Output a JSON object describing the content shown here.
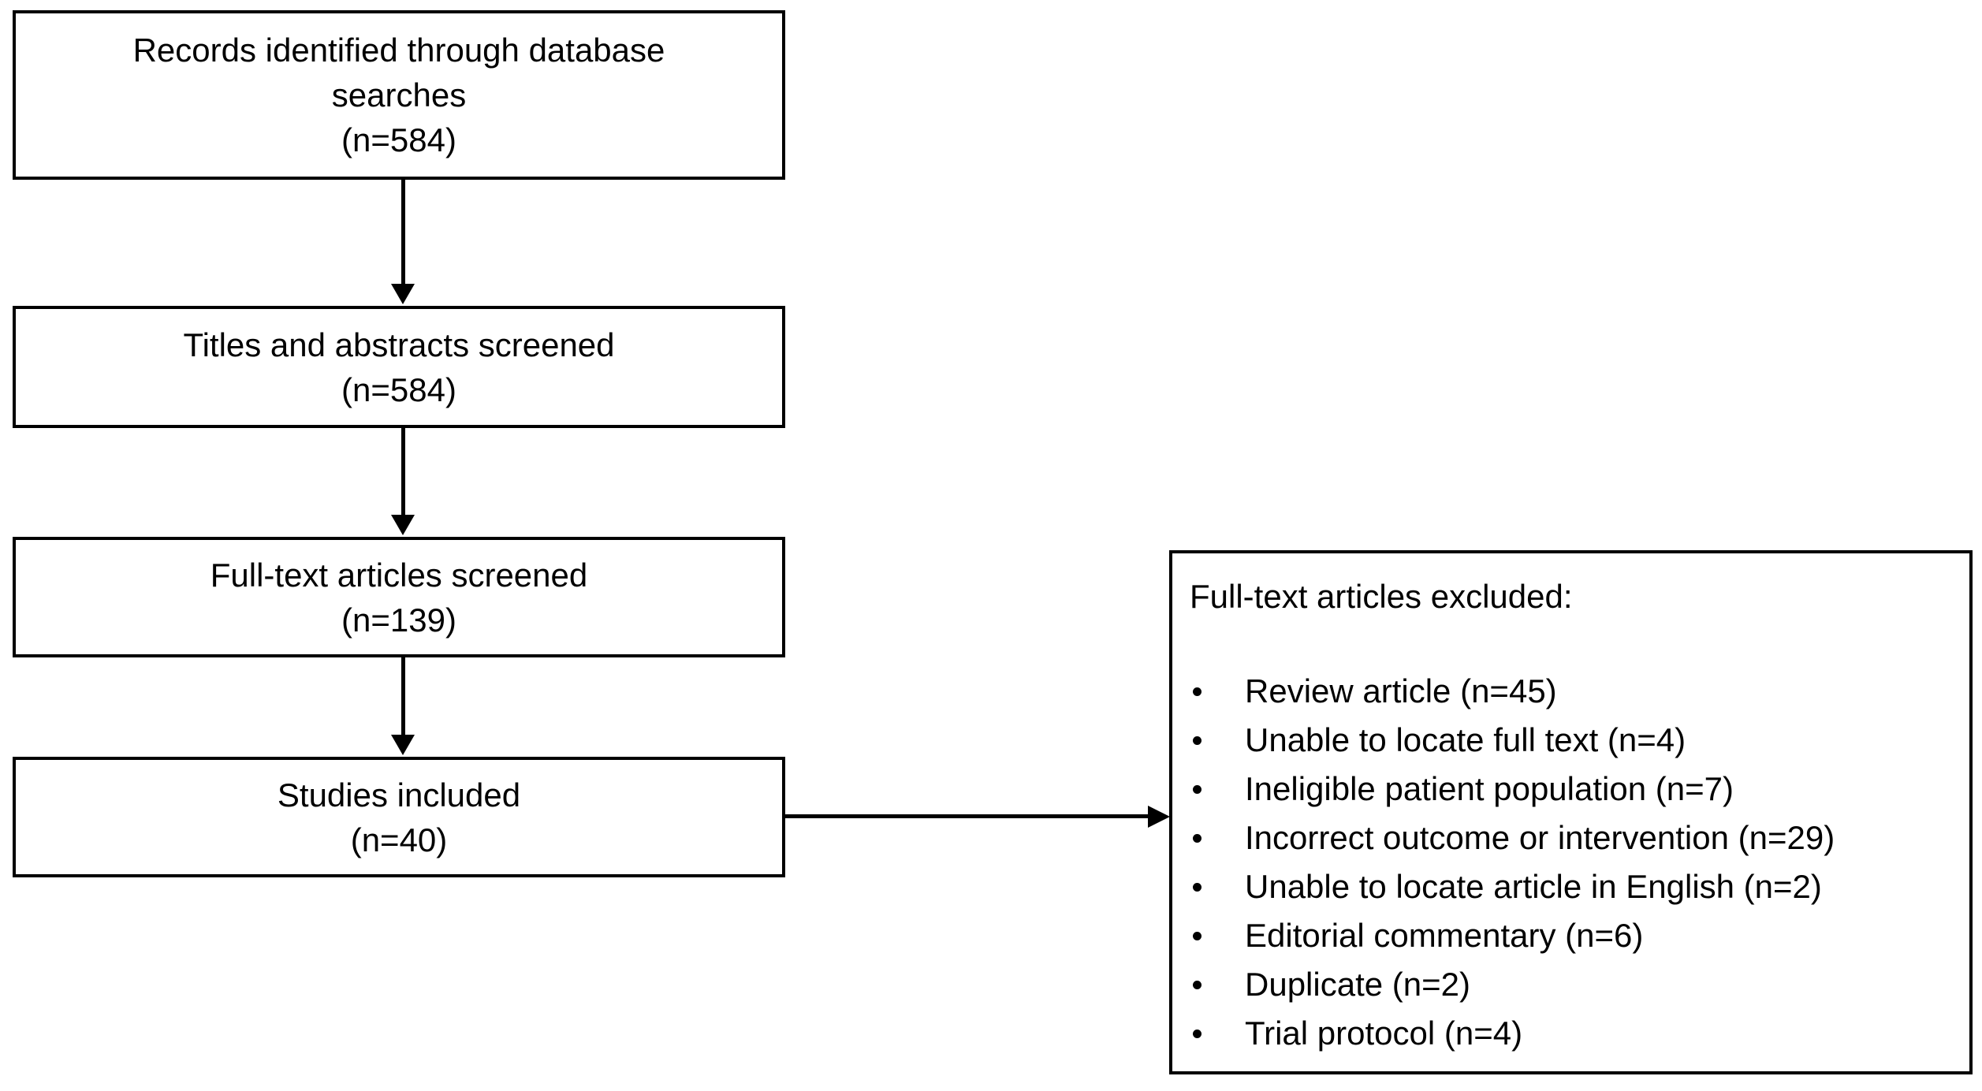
{
  "diagram": {
    "type": "prisma-flow-diagram",
    "colors": {
      "stroke": "#000000",
      "background": "#ffffff",
      "text": "#000000"
    },
    "boxes": [
      {
        "id": "records",
        "lines": [
          "Records identified through database",
          "searches",
          "(n=584)"
        ]
      },
      {
        "id": "titles",
        "lines": [
          "Titles and abstracts screened",
          "(n=584)"
        ]
      },
      {
        "id": "fulltext",
        "lines": [
          "Full-text articles screened",
          "(n=139)"
        ]
      },
      {
        "id": "included",
        "lines": [
          "Studies included",
          "(n=40)"
        ]
      }
    ],
    "excluded": {
      "title": "Full-text articles excluded:",
      "items": [
        "Review article (n=45)",
        "Unable to locate full text (n=4)",
        "Ineligible patient population (n=7)",
        "Incorrect outcome or intervention (n=29)",
        "Unable to locate article in English (n=2)",
        "Editorial commentary (n=6)",
        "Duplicate (n=2)",
        "Trial protocol (n=4)"
      ]
    }
  }
}
